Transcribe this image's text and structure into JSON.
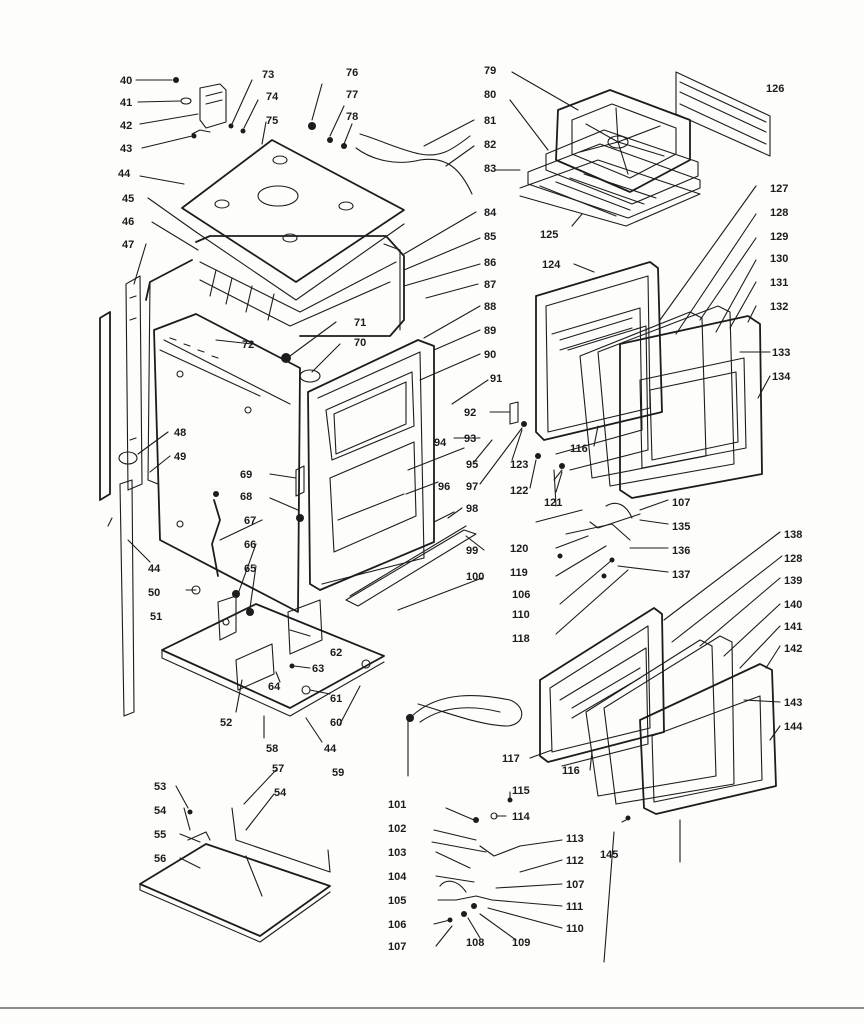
{
  "diagram": {
    "labels": {
      "p40": "40",
      "p41": "41",
      "p42": "42",
      "p43": "43",
      "p44a": "44",
      "p45": "45",
      "p46": "46",
      "p47": "47",
      "p48": "48",
      "p49": "49",
      "p44b": "44",
      "p50": "50",
      "p51": "51",
      "p52": "52",
      "p58": "58",
      "p44c": "44",
      "p59": "59",
      "p60": "60",
      "p61": "61",
      "p62": "62",
      "p63": "63",
      "p64": "64",
      "p65": "65",
      "p66": "66",
      "p67": "67",
      "p68": "68",
      "p69": "69",
      "p70": "70",
      "p71": "71",
      "p72": "72",
      "p73": "73",
      "p74": "74",
      "p75": "75",
      "p76": "76",
      "p77": "77",
      "p78": "78",
      "p79": "79",
      "p80": "80",
      "p81": "81",
      "p82": "82",
      "p83": "83",
      "p84": "84",
      "p85": "85",
      "p86": "86",
      "p87": "87",
      "p88": "88",
      "p89": "89",
      "p90": "90",
      "p91": "91",
      "p92": "92",
      "p93": "93",
      "p94": "94",
      "p95": "95",
      "p96": "96",
      "p97": "97",
      "p98": "98",
      "p99": "99",
      "p100": "100",
      "p101": "101",
      "p102": "102",
      "p103": "103",
      "p104": "104",
      "p105": "105",
      "p106a": "106",
      "p106b": "106",
      "p107a": "107",
      "p107b": "107",
      "p107c": "107",
      "p108": "108",
      "p109": "109",
      "p110a": "110",
      "p110b": "110",
      "p111": "111",
      "p112": "112",
      "p113": "113",
      "p114": "114",
      "p115": "115",
      "p116a": "116",
      "p116b": "116",
      "p117": "117",
      "p118": "118",
      "p119": "119",
      "p120": "120",
      "p121": "121",
      "p122": "122",
      "p123": "123",
      "p124": "124",
      "p125": "125",
      "p126": "126",
      "p127": "127",
      "p128a": "128",
      "p128b": "128",
      "p129": "129",
      "p130": "130",
      "p131": "131",
      "p132": "132",
      "p133": "133",
      "p134": "134",
      "p135": "135",
      "p136": "136",
      "p137": "137",
      "p138": "138",
      "p139": "139",
      "p140": "140",
      "p141": "141",
      "p142": "142",
      "p143": "143",
      "p144": "144",
      "p145": "145",
      "p53": "53",
      "p54a": "54",
      "p54b": "54",
      "p55": "55",
      "p56": "56",
      "p57": "57"
    }
  }
}
